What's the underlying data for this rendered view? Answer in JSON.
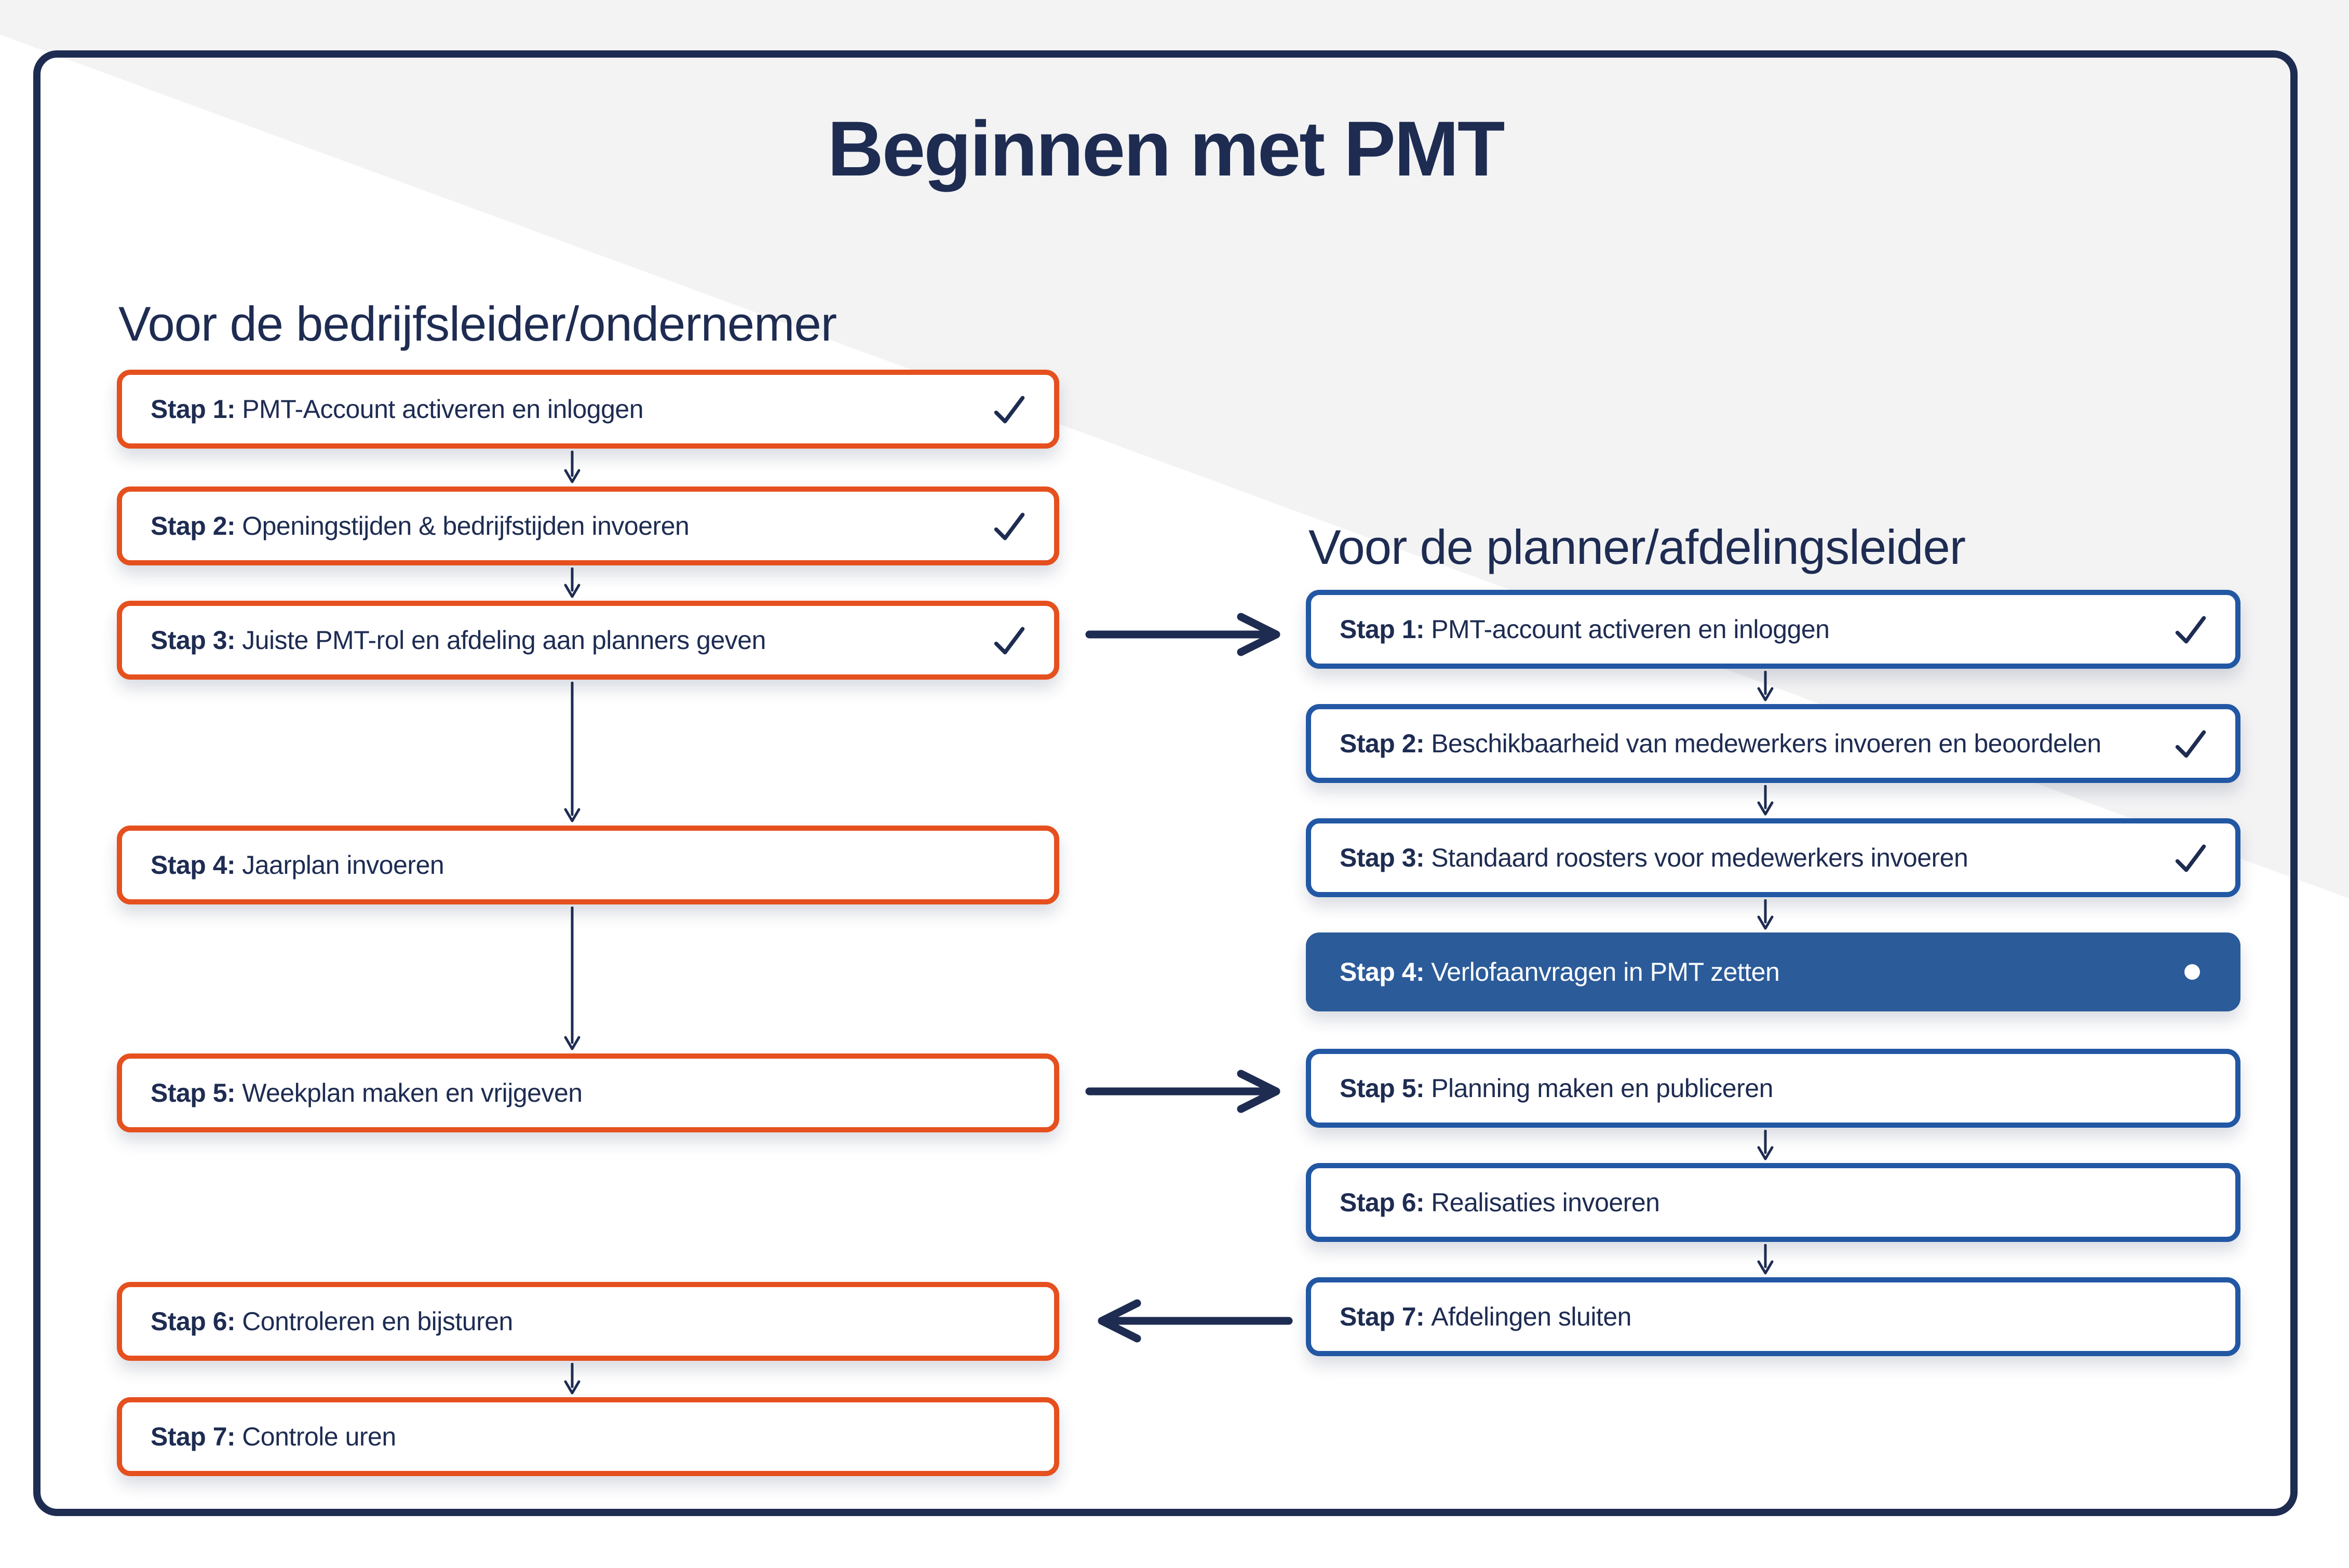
{
  "page": {
    "title": "Beginnen met PMT"
  },
  "colors": {
    "navy": "#1E2C52",
    "orange_accent": "#E5501E",
    "blue_border": "#2257A4",
    "blue_current_fill": "#2B5B99",
    "background_grey": "#F3F3F4",
    "box_background": "#FFFFFF"
  },
  "columns": [
    {
      "heading": "Voor de bedrijfsleider/ondernemer",
      "steps": [
        {
          "prefix": "Stap 1:",
          "label": "PMT-Account activeren en inloggen",
          "status": "done"
        },
        {
          "prefix": "Stap 2:",
          "label": "Openingstijden & bedrijfstijden invoeren",
          "status": "done"
        },
        {
          "prefix": "Stap 3:",
          "label": "Juiste PMT-rol en afdeling aan planners geven",
          "status": "done"
        },
        {
          "prefix": "Stap 4:",
          "label": "Jaarplan invoeren",
          "status": "todo"
        },
        {
          "prefix": "Stap 5:",
          "label": "Weekplan maken en vrijgeven",
          "status": "todo"
        },
        {
          "prefix": "Stap 6:",
          "label": "Controleren en bijsturen",
          "status": "todo"
        },
        {
          "prefix": "Stap 7:",
          "label": "Controle uren",
          "status": "todo"
        }
      ]
    },
    {
      "heading": "Voor de planner/afdelingsleider",
      "steps": [
        {
          "prefix": "Stap 1:",
          "label": "PMT-account activeren en inloggen",
          "status": "done"
        },
        {
          "prefix": "Stap 2:",
          "label": "Beschikbaarheid van medewerkers invoeren en beoordelen",
          "status": "done"
        },
        {
          "prefix": "Stap 3:",
          "label": "Standaard roosters voor medewerkers invoeren",
          "status": "done"
        },
        {
          "prefix": "Stap 4:",
          "label": "Verlofaanvragen in PMT zetten",
          "status": "current"
        },
        {
          "prefix": "Stap 5:",
          "label": "Planning maken en publiceren",
          "status": "todo"
        },
        {
          "prefix": "Stap 6:",
          "label": "Realisaties invoeren",
          "status": "todo"
        },
        {
          "prefix": "Stap 7:",
          "label": "Afdelingen sluiten",
          "status": "todo"
        }
      ]
    }
  ]
}
